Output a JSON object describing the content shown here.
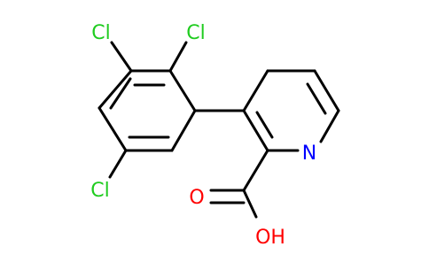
{
  "molecule": {
    "atoms": {
      "cl_top_left": "Cl",
      "cl_top_right": "Cl",
      "cl_bottom": "Cl",
      "nitrogen": "N",
      "oxygen_carbonyl": "O",
      "hydroxyl": "OH"
    },
    "colors": {
      "bond": "#000000",
      "chlorine": "#1fcc1f",
      "nitrogen": "#0000ff",
      "oxygen": "#ff0000"
    }
  }
}
